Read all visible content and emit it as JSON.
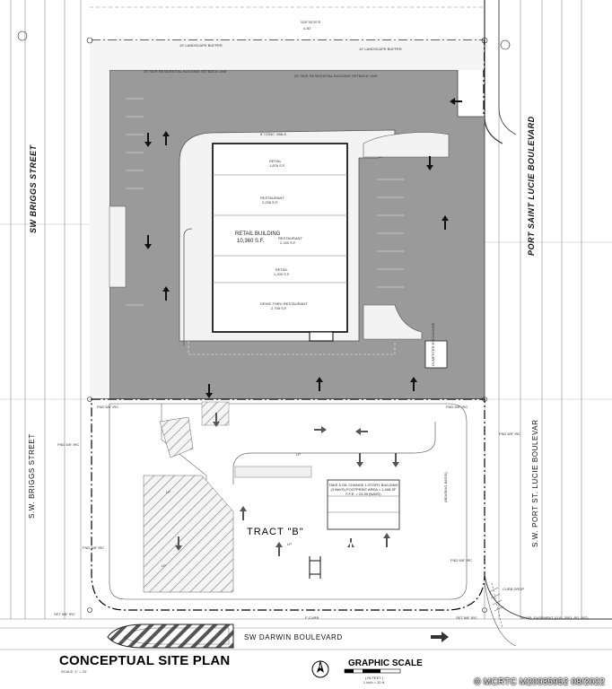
{
  "plan": {
    "title": "CONCEPTUAL SITE PLAN",
    "scale": "SCALE: 1\" = 20'",
    "graphic_scale": "GRAPHIC SCALE",
    "graphic_scale_unit": "( IN FEET )",
    "graphic_scale_ratio": "1 inch = 20 ft."
  },
  "streets": {
    "west": "SW BRIGGS STREET",
    "west_lower": "S.W. BRIGGS STREET",
    "east": "PORT SAINT LUCIE BOULEVARD",
    "east_lower": "S.W. PORT ST. LUCIE BOULEVAR",
    "south": "SW DARWIN BOULEVARD"
  },
  "building": {
    "name": "RETAIL BUILDING",
    "area": "10,360 S.F.",
    "units": [
      {
        "name": "RETAIL",
        "area": "1,876 S.F."
      },
      {
        "name": "RESTAURANT",
        "area": "2,236 S.F."
      },
      {
        "name": "RESTAURANT",
        "area": "2,150 S.F."
      },
      {
        "name": "RETAIL",
        "area": "1,200 S.F."
      },
      {
        "name": "DRIVE-THRU RESTAURANT",
        "area": "2,708 S.F."
      }
    ]
  },
  "tract_b": {
    "label": "TRACT \"B\"",
    "note": "TAKE 5 OIL CHANGE 1-STORY BUILDING (3 BAYS) FOOTPRINT AREA = 1,408 SF F.F.E. = 24.50 (NAVD)"
  },
  "labels": {
    "buffer_north": "10' LANDSCAPE BUFFER",
    "setback_north": "25' SIDE RESIDENTIAL BUILDING SETBACK LINE",
    "walk": "8' CONC. WALK",
    "dumpster": "DUMPSTER ENCLOSURE",
    "lp": "LP",
    "fnd": "FND 5/8\" IRC",
    "set": "SET 5/8\" IRC",
    "fcurb": "F-CURB",
    "easement": "10' FPL EASEMENT (O.R. 2853, PG. 657)",
    "curb_drop": "CURB DROP",
    "bearing_basis": "(BEARING BASIS)",
    "north": "N",
    "bearing_top": "S00°00'20\"E",
    "bearing_top_dist": "4.30'"
  }
}
